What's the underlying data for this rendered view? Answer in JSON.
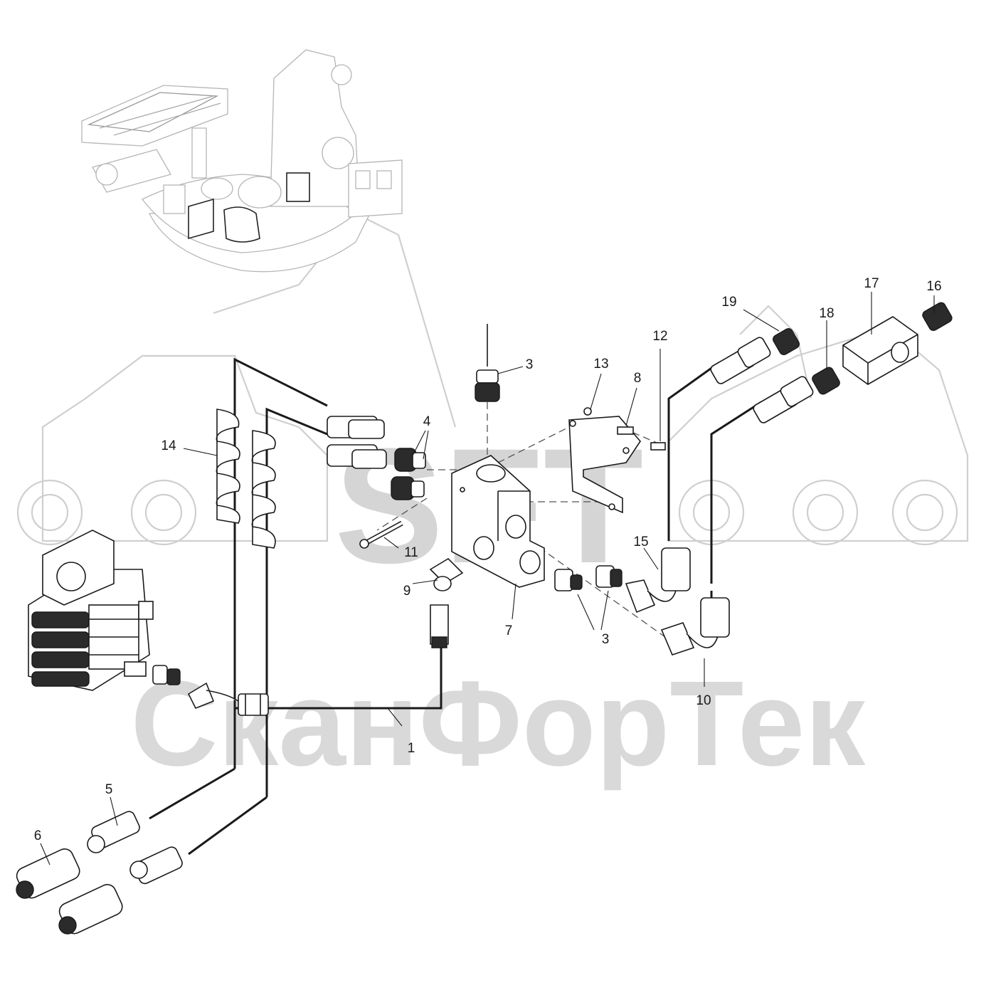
{
  "watermark": {
    "logo_text": "SFT",
    "company_name": "СканФорТек"
  },
  "callouts": [
    {
      "id": "callout-1",
      "label": "1"
    },
    {
      "id": "callout-3-top",
      "label": "3"
    },
    {
      "id": "callout-3-bottom",
      "label": "3"
    },
    {
      "id": "callout-4",
      "label": "4"
    },
    {
      "id": "callout-5",
      "label": "5"
    },
    {
      "id": "callout-6",
      "label": "6"
    },
    {
      "id": "callout-7",
      "label": "7"
    },
    {
      "id": "callout-8",
      "label": "8"
    },
    {
      "id": "callout-9",
      "label": "9"
    },
    {
      "id": "callout-10",
      "label": "10"
    },
    {
      "id": "callout-11",
      "label": "11"
    },
    {
      "id": "callout-12",
      "label": "12"
    },
    {
      "id": "callout-13",
      "label": "13"
    },
    {
      "id": "callout-14",
      "label": "14"
    },
    {
      "id": "callout-15",
      "label": "15"
    },
    {
      "id": "callout-16",
      "label": "16"
    },
    {
      "id": "callout-17",
      "label": "17"
    },
    {
      "id": "callout-18",
      "label": "18"
    },
    {
      "id": "callout-19",
      "label": "19"
    }
  ]
}
